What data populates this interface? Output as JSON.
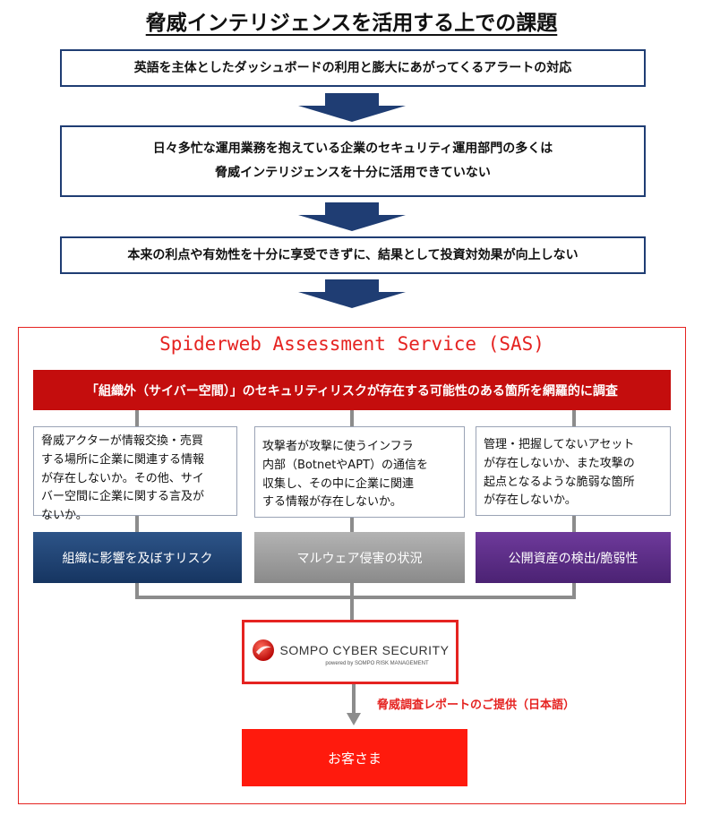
{
  "title": "脅威インテリジェンスを活用する上での課題",
  "steps": [
    {
      "line1": "英語を主体としたダッシュボードの利用と膨大にあがってくるアラートの対応",
      "line2": ""
    },
    {
      "line1": "日々多忙な運用業務を抱えている企業のセキュリティ運用部門の多くは",
      "line2": "脅威インテリジェンスを十分に活用できていない"
    },
    {
      "line1": "本来の利点や有効性を十分に享受できずに、結果として投資対効果が向上しない",
      "line2": ""
    }
  ],
  "service": {
    "title": "Spiderweb Assessment Service (SAS)",
    "banner": "「組織外（サイバー空間）」のセキュリティリスクが存在する可能性のある箇所を網羅的に調査",
    "columns": [
      {
        "lines": [
          "脅威アクターが情報交換・売買",
          "する場所に企業に関連する情報",
          "が存在しないか。その他、サイ",
          "バー空間に企業に関する言及が",
          "ないか。"
        ],
        "category": "組織に影響を及ぼすリスク"
      },
      {
        "lines": [
          "攻撃者が攻撃に使うインフラ",
          "内部（BotnetやAPT）の通信を",
          "収集し、その中に企業に関連",
          "する情報が存在しないか。"
        ],
        "category": "マルウェア侵害の状況"
      },
      {
        "lines": [
          "管理・把握してないアセット",
          "が存在しないか、また攻撃の",
          "起点となるような脆弱な箇所",
          "が存在しないか。"
        ],
        "category": "公開資産の検出/脆弱性"
      }
    ]
  },
  "company": {
    "name": "SOMPO CYBER SECURITY",
    "powered": "powered by SOMPO RISK MANAGEMENT"
  },
  "report": "脅威調査レポートのご提供（日本語）",
  "customer": "お客さま",
  "colors": {
    "navy": "#1f3d73",
    "red": "#e52321",
    "banner": "#c40d0d"
  }
}
